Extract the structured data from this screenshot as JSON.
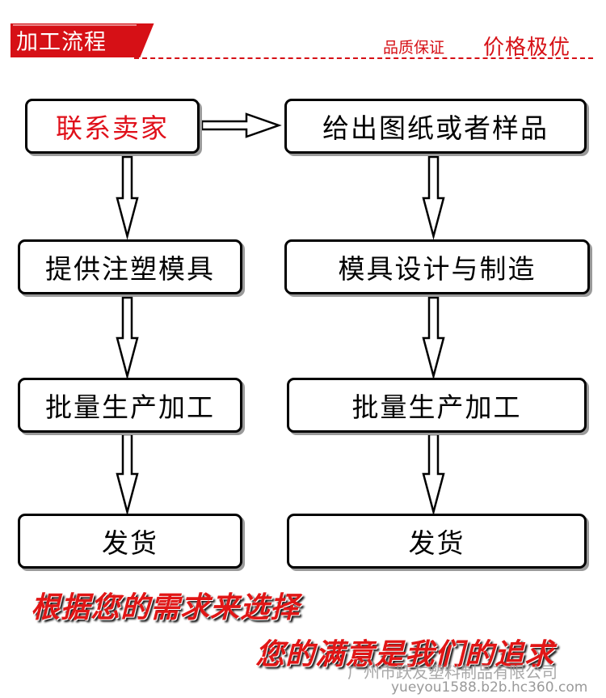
{
  "header": {
    "title": "加工流程",
    "tag_quality": "品质保证",
    "tag_price": "价格极优"
  },
  "flow": {
    "left": [
      "联系卖家",
      "提供注塑模具",
      "批量生产加工",
      "发货"
    ],
    "right": [
      "给出图纸或者样品",
      "模具设计与制造",
      "批量生产加工",
      "发货"
    ]
  },
  "slogans": [
    "根据您的需求来选择",
    "您的满意是我们的追求"
  ],
  "watermark": {
    "company": "广州市跃友塑料制品有限公司",
    "url": "yueyou1588.b2b.hc360.com"
  },
  "colors": {
    "accent": "#d61016",
    "box_border": "#000000",
    "shadow": "#9a9a9a"
  }
}
